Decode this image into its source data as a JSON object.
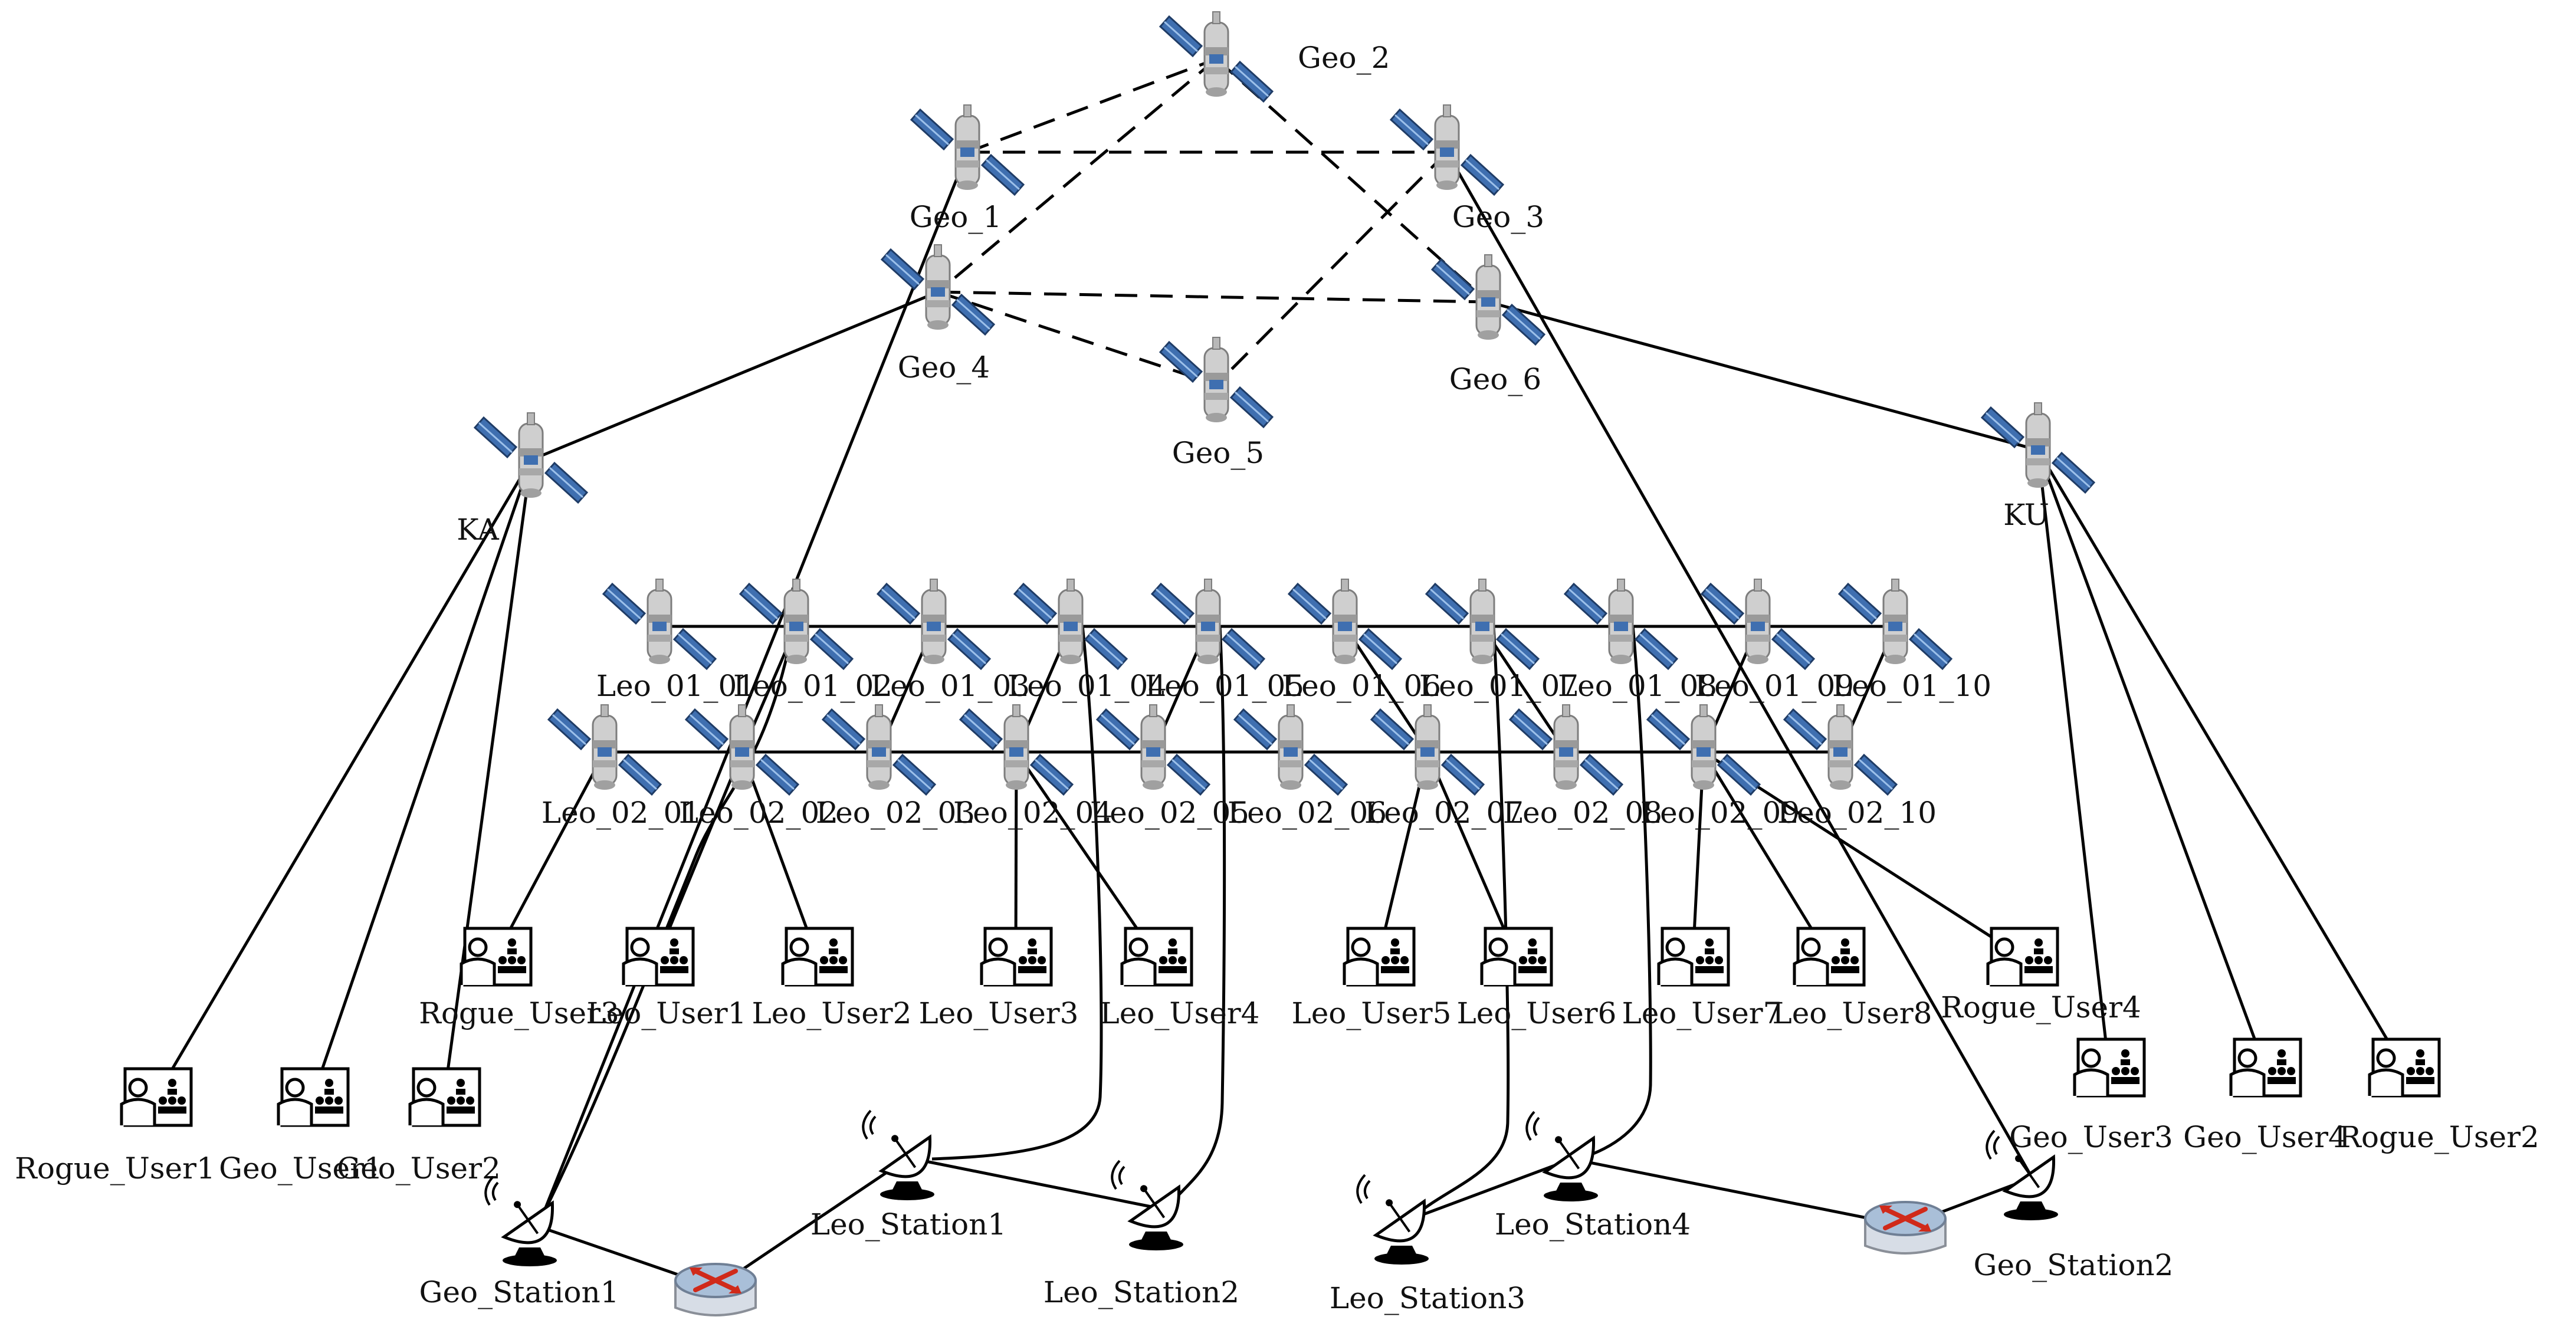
{
  "colors": {
    "background": "#ffffff",
    "line": "#000000",
    "solar_panel": "#3f6fb0",
    "satellite_body": "#c8c8c8",
    "router_body": "#a9bfd8",
    "router_arrow": "#d02a1a"
  },
  "nodes": [
    {
      "id": "Geo_2",
      "label": "Geo_2",
      "kind": "satellite"
    },
    {
      "id": "Geo_1",
      "label": "Geo_1",
      "kind": "satellite"
    },
    {
      "id": "Geo_3",
      "label": "Geo_3",
      "kind": "satellite"
    },
    {
      "id": "Geo_4",
      "label": "Geo_4",
      "kind": "satellite"
    },
    {
      "id": "Geo_6",
      "label": "Geo_6",
      "kind": "satellite"
    },
    {
      "id": "Geo_5",
      "label": "Geo_5",
      "kind": "satellite"
    },
    {
      "id": "KA",
      "label": "KA",
      "kind": "satellite"
    },
    {
      "id": "KU",
      "label": "KU",
      "kind": "satellite"
    },
    {
      "id": "Leo_01_01",
      "label": "Leo_01_01",
      "kind": "satellite"
    },
    {
      "id": "Leo_01_02",
      "label": "Leo_01_02",
      "kind": "satellite"
    },
    {
      "id": "Leo_01_03",
      "label": "Leo_01_03",
      "kind": "satellite"
    },
    {
      "id": "Leo_01_04",
      "label": "Leo_01_04",
      "kind": "satellite"
    },
    {
      "id": "Leo_01_05",
      "label": "Leo_01_05",
      "kind": "satellite"
    },
    {
      "id": "Leo_01_06",
      "label": "Leo_01_06",
      "kind": "satellite"
    },
    {
      "id": "Leo_01_07",
      "label": "Leo_01_07",
      "kind": "satellite"
    },
    {
      "id": "Leo_01_08",
      "label": "Leo_01_08",
      "kind": "satellite"
    },
    {
      "id": "Leo_01_09",
      "label": "Leo_01_09",
      "kind": "satellite"
    },
    {
      "id": "Leo_01_10",
      "label": "Leo_01_10",
      "kind": "satellite"
    },
    {
      "id": "Leo_02_01",
      "label": "Leo_02_01",
      "kind": "satellite"
    },
    {
      "id": "Leo_02_02",
      "label": "Leo_02_02",
      "kind": "satellite"
    },
    {
      "id": "Leo_02_03",
      "label": "Leo_02_03",
      "kind": "satellite"
    },
    {
      "id": "Leo_02_04",
      "label": "Leo_02_04",
      "kind": "satellite"
    },
    {
      "id": "Leo_02_05",
      "label": "Leo_02_05",
      "kind": "satellite"
    },
    {
      "id": "Leo_02_06",
      "label": "Leo_02_06",
      "kind": "satellite"
    },
    {
      "id": "Leo_02_07",
      "label": "Leo_02_07",
      "kind": "satellite"
    },
    {
      "id": "Leo_02_08",
      "label": "Leo_02_08",
      "kind": "satellite"
    },
    {
      "id": "Leo_02_09",
      "label": "Leo_02_09",
      "kind": "satellite"
    },
    {
      "id": "Leo_02_10",
      "label": "Leo_02_10",
      "kind": "satellite"
    },
    {
      "id": "Rogue_User3",
      "label": "Rogue_User3",
      "kind": "user"
    },
    {
      "id": "Leo_User1",
      "label": "Leo_User1",
      "kind": "user"
    },
    {
      "id": "Leo_User2",
      "label": "Leo_User2",
      "kind": "user"
    },
    {
      "id": "Leo_User3",
      "label": "Leo_User3",
      "kind": "user"
    },
    {
      "id": "Leo_User4",
      "label": "Leo_User4",
      "kind": "user"
    },
    {
      "id": "Leo_User5",
      "label": "Leo_User5",
      "kind": "user"
    },
    {
      "id": "Leo_User6",
      "label": "Leo_User6",
      "kind": "user"
    },
    {
      "id": "Leo_User7",
      "label": "Leo_User7",
      "kind": "user"
    },
    {
      "id": "Leo_User8",
      "label": "Leo_User8",
      "kind": "user"
    },
    {
      "id": "Rogue_User4",
      "label": "Rogue_User4",
      "kind": "user"
    },
    {
      "id": "Rogue_User1",
      "label": "Rogue_User1",
      "kind": "user"
    },
    {
      "id": "Geo_User1",
      "label": "Geo_User1",
      "kind": "user"
    },
    {
      "id": "Geo_User2",
      "label": "Geo_User2",
      "kind": "user"
    },
    {
      "id": "Geo_User3",
      "label": "Geo_User3",
      "kind": "user"
    },
    {
      "id": "Geo_User4",
      "label": "Geo_User4",
      "kind": "user"
    },
    {
      "id": "Rogue_User2",
      "label": "Rogue_User2",
      "kind": "user"
    },
    {
      "id": "Geo_Station1",
      "label": "Geo_Station1",
      "kind": "station"
    },
    {
      "id": "Leo_Station1",
      "label": "Leo_Station1",
      "kind": "station"
    },
    {
      "id": "Leo_Station2",
      "label": "Leo_Station2",
      "kind": "station"
    },
    {
      "id": "Leo_Station3",
      "label": "Leo_Station3",
      "kind": "station"
    },
    {
      "id": "Leo_Station4",
      "label": "Leo_Station4",
      "kind": "station"
    },
    {
      "id": "Geo_Station2",
      "label": "Geo_Station2",
      "kind": "station"
    },
    {
      "id": "Router1",
      "label": "",
      "kind": "router"
    },
    {
      "id": "Router2",
      "label": "",
      "kind": "router"
    }
  ],
  "links": [
    {
      "from": "Geo_1",
      "to": "Geo_2",
      "style": "dashed"
    },
    {
      "from": "Geo_1",
      "to": "Geo_3",
      "style": "dashed"
    },
    {
      "from": "Geo_2",
      "to": "Geo_4",
      "style": "dashed"
    },
    {
      "from": "Geo_2",
      "to": "Geo_6",
      "style": "dashed"
    },
    {
      "from": "Geo_3",
      "to": "Geo_5",
      "style": "dashed"
    },
    {
      "from": "Geo_4",
      "to": "Geo_5",
      "style": "dashed"
    },
    {
      "from": "Geo_4",
      "to": "Geo_6",
      "style": "dashed"
    },
    {
      "from": "Geo_4",
      "to": "KA",
      "style": "solid"
    },
    {
      "from": "Geo_6",
      "to": "KU",
      "style": "solid"
    },
    {
      "from": "Geo_1",
      "to": "Geo_Station1",
      "style": "solid"
    },
    {
      "from": "Geo_3",
      "to": "Geo_Station2",
      "style": "solid"
    },
    {
      "from": "KA",
      "to": "Rogue_User1",
      "style": "solid"
    },
    {
      "from": "KA",
      "to": "Geo_User1",
      "style": "solid"
    },
    {
      "from": "KA",
      "to": "Geo_User2",
      "style": "solid"
    },
    {
      "from": "KU",
      "to": "Geo_User3",
      "style": "solid"
    },
    {
      "from": "KU",
      "to": "Geo_User4",
      "style": "solid"
    },
    {
      "from": "KU",
      "to": "Rogue_User2",
      "style": "solid"
    },
    {
      "from": "Leo_01_01",
      "to": "Leo_01_10",
      "style": "solid"
    },
    {
      "from": "Leo_02_01",
      "to": "Leo_02_10",
      "style": "solid"
    },
    {
      "from": "Leo_01_02",
      "to": "Leo_02_02",
      "style": "solid"
    },
    {
      "from": "Leo_01_03",
      "to": "Leo_02_03",
      "style": "solid"
    },
    {
      "from": "Leo_01_04",
      "to": "Leo_02_04",
      "style": "solid"
    },
    {
      "from": "Leo_01_05",
      "to": "Leo_02_05",
      "style": "solid"
    },
    {
      "from": "Leo_01_06",
      "to": "Leo_02_07",
      "style": "solid"
    },
    {
      "from": "Leo_01_07",
      "to": "Leo_02_08",
      "style": "solid"
    },
    {
      "from": "Leo_01_09",
      "to": "Leo_02_09",
      "style": "solid"
    },
    {
      "from": "Leo_01_10",
      "to": "Leo_02_10",
      "style": "solid"
    },
    {
      "from": "Leo_02_01",
      "to": "Rogue_User3",
      "style": "solid"
    },
    {
      "from": "Leo_02_02",
      "to": "Leo_User1",
      "style": "solid"
    },
    {
      "from": "Leo_02_02",
      "to": "Leo_User2",
      "style": "solid"
    },
    {
      "from": "Leo_02_04",
      "to": "Leo_User3",
      "style": "solid"
    },
    {
      "from": "Leo_02_04",
      "to": "Leo_User4",
      "style": "solid"
    },
    {
      "from": "Leo_02_07",
      "to": "Leo_User5",
      "style": "solid"
    },
    {
      "from": "Leo_02_07",
      "to": "Leo_User6",
      "style": "solid"
    },
    {
      "from": "Leo_02_09",
      "to": "Leo_User7",
      "style": "solid"
    },
    {
      "from": "Leo_02_09",
      "to": "Leo_User8",
      "style": "solid"
    },
    {
      "from": "Leo_02_09",
      "to": "Rogue_User4",
      "style": "solid"
    },
    {
      "from": "Leo_01_02",
      "to": "Geo_Station1",
      "style": "solid"
    },
    {
      "from": "Leo_01_04",
      "to": "Leo_Station1",
      "style": "solid"
    },
    {
      "from": "Leo_01_05",
      "to": "Leo_Station2",
      "style": "solid"
    },
    {
      "from": "Leo_01_06",
      "to": "Leo_Station3",
      "style": "solid"
    },
    {
      "from": "Leo_01_07",
      "to": "Leo_Station4",
      "style": "solid"
    },
    {
      "from": "Geo_Station1",
      "to": "Router1",
      "style": "solid"
    },
    {
      "from": "Router1",
      "to": "Leo_Station1",
      "style": "solid"
    },
    {
      "from": "Leo_Station1",
      "to": "Leo_Station2",
      "style": "solid"
    },
    {
      "from": "Leo_Station3",
      "to": "Leo_Station4",
      "style": "solid"
    },
    {
      "from": "Leo_Station4",
      "to": "Router2",
      "style": "solid"
    },
    {
      "from": "Router2",
      "to": "Geo_Station2",
      "style": "solid"
    }
  ]
}
